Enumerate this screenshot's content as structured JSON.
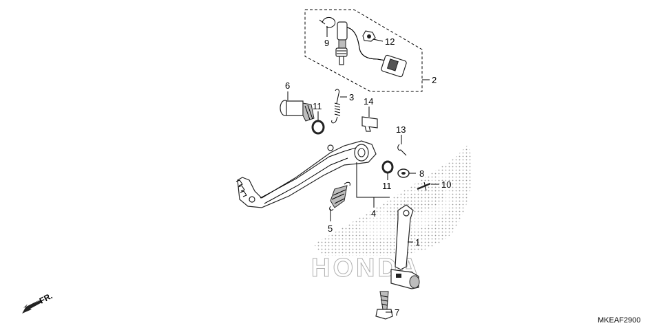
{
  "diagram": {
    "callouts": [
      {
        "id": "c1",
        "label": "1"
      },
      {
        "id": "c2",
        "label": "2"
      },
      {
        "id": "c3",
        "label": "3"
      },
      {
        "id": "c4",
        "label": "4"
      },
      {
        "id": "c5",
        "label": "5"
      },
      {
        "id": "c6",
        "label": "6"
      },
      {
        "id": "c7",
        "label": "7"
      },
      {
        "id": "c8",
        "label": "8"
      },
      {
        "id": "c9",
        "label": "9"
      },
      {
        "id": "c10",
        "label": "10"
      },
      {
        "id": "c11a",
        "label": "11"
      },
      {
        "id": "c11b",
        "label": "11"
      },
      {
        "id": "c12",
        "label": "12"
      },
      {
        "id": "c13",
        "label": "13"
      },
      {
        "id": "c14",
        "label": "14"
      }
    ],
    "front_label": "FR.",
    "watermark": "HONDA",
    "diagram_code": "MKEAF2900"
  }
}
